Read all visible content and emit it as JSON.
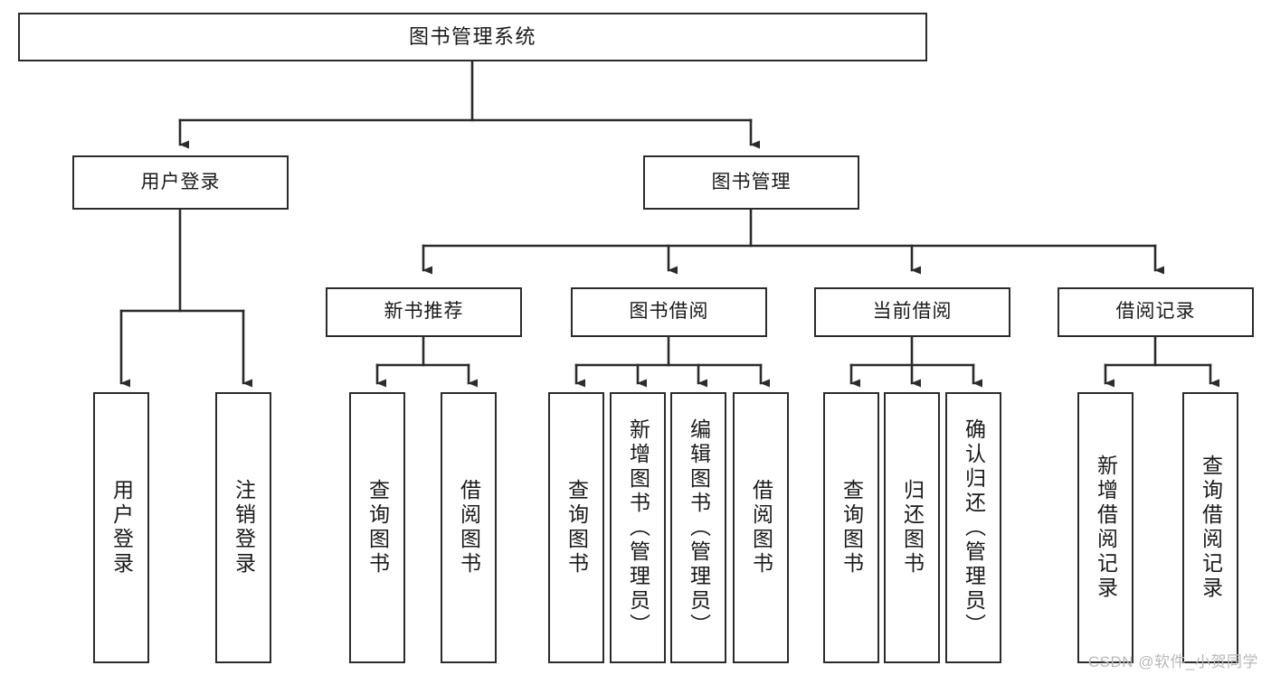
{
  "diagram": {
    "type": "tree-hierarchy",
    "title": "图书管理系统",
    "orientation": "top-down",
    "colors": {
      "node_border": "#2b2b2b",
      "node_fill": "#ffffff",
      "edge": "#2b2b2b",
      "text": "#1a1a1a",
      "watermark": "#b9b9b9",
      "background": "#ffffff"
    },
    "watermark": "CSDN @软件_小贺同学",
    "nodes": {
      "root": {
        "label": "图书管理系统"
      },
      "level2": [
        {
          "id": "user-login",
          "label": "用户登录"
        },
        {
          "id": "book-management",
          "label": "图书管理"
        }
      ],
      "level3": [
        {
          "id": "new-book-recommend",
          "label": "新书推荐",
          "parent": "book-management"
        },
        {
          "id": "book-borrow",
          "label": "图书借阅",
          "parent": "book-management"
        },
        {
          "id": "current-borrow",
          "label": "当前借阅",
          "parent": "book-management"
        },
        {
          "id": "borrow-record",
          "label": "借阅记录",
          "parent": "book-management"
        }
      ],
      "leaves": {
        "user-login": [
          {
            "id": "leaf-user-login",
            "label": "用户登录"
          },
          {
            "id": "leaf-logout",
            "label": "注销登录"
          }
        ],
        "new-book-recommend": [
          {
            "id": "leaf-query-book-1",
            "label": "查询图书"
          },
          {
            "id": "leaf-borrow-book-1",
            "label": "借阅图书"
          }
        ],
        "book-borrow": [
          {
            "id": "leaf-query-book-2",
            "label": "查询图书"
          },
          {
            "id": "leaf-add-book",
            "label": "新增图书（管理员）"
          },
          {
            "id": "leaf-edit-book",
            "label": "编辑图书（管理员）"
          },
          {
            "id": "leaf-borrow-book-2",
            "label": "借阅图书"
          }
        ],
        "current-borrow": [
          {
            "id": "leaf-query-book-3",
            "label": "查询图书"
          },
          {
            "id": "leaf-return-book",
            "label": "归还图书"
          },
          {
            "id": "leaf-confirm-return",
            "label": "确认归还（管理员）"
          }
        ],
        "borrow-record": [
          {
            "id": "leaf-add-record",
            "label": "新增借阅记录"
          },
          {
            "id": "leaf-query-record",
            "label": "查询借阅记录"
          }
        ]
      }
    }
  }
}
